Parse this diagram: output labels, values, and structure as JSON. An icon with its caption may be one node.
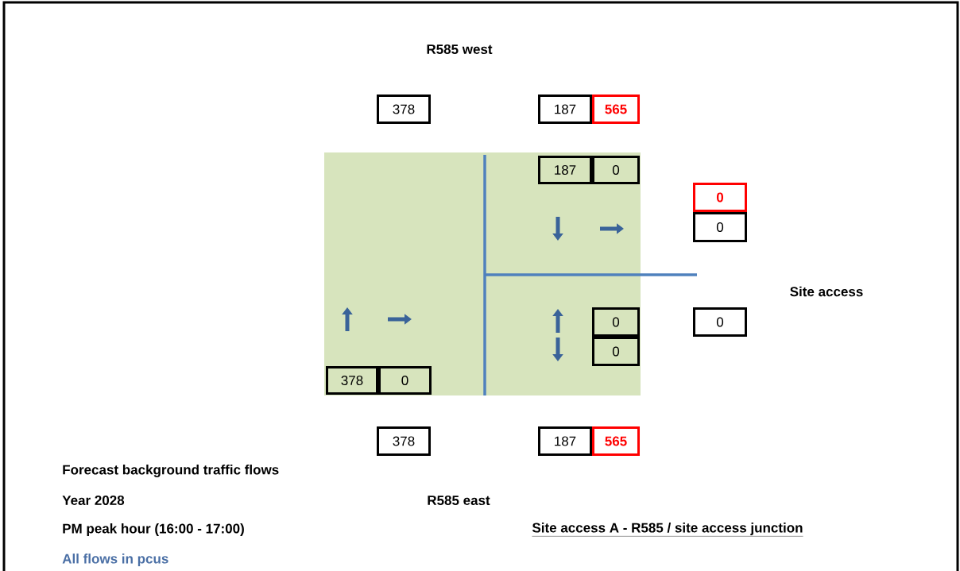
{
  "diagram": {
    "nodes": [
      {
        "text": [
          "378"
        ]
      },
      {
        "text": [
          "187"
        ]
      },
      {
        "text": [
          "565"
        ]
      },
      {
        "text": [
          "187"
        ]
      },
      {
        "text": [
          "0"
        ]
      },
      {
        "text": [
          "0"
        ]
      },
      {
        "text": [
          "0"
        ]
      },
      {
        "text": [
          "0"
        ]
      },
      {
        "text": [
          "0"
        ]
      },
      {
        "text": [
          "0"
        ]
      },
      {
        "text": [
          "378"
        ]
      },
      {
        "text": [
          "0"
        ]
      },
      {
        "text": [
          "378"
        ]
      },
      {
        "text": [
          "187"
        ]
      },
      {
        "text": [
          "565"
        ]
      }
    ],
    "labels": [
      "R585 west",
      "Site access",
      "Forecast background traffic flows",
      "Year 2028",
      "R585 east",
      "PM peak hour (16:00 - 17:00)",
      "Site access A - R585 / site access junction",
      "All flows in pcus"
    ]
  }
}
